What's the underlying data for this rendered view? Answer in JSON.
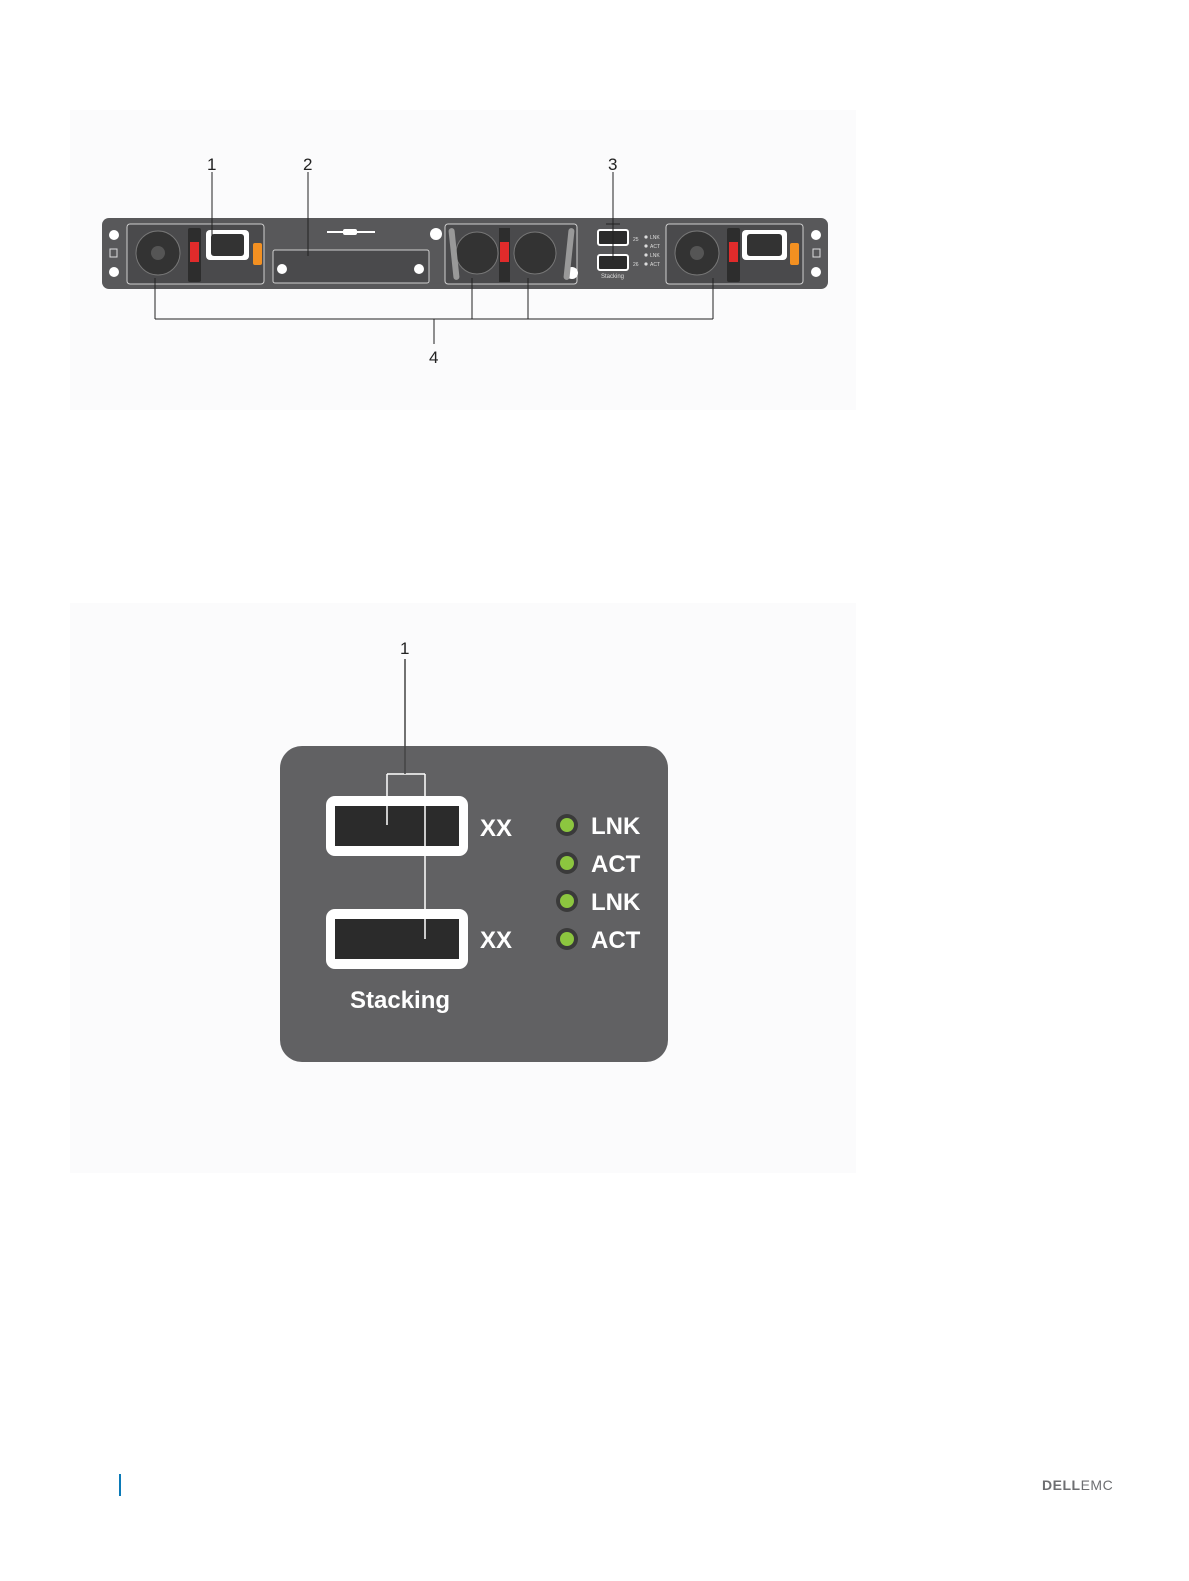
{
  "figure1": {
    "callouts": [
      "1",
      "2",
      "3",
      "4"
    ],
    "stack_label": "Stacking",
    "led_labels": [
      "LNK",
      "ACT",
      "LNK",
      "ACT"
    ],
    "port_numbers": [
      "25",
      "26"
    ]
  },
  "figure2": {
    "callout": "1",
    "port_labels": [
      "XX",
      "XX"
    ],
    "led_labels": [
      "LNK",
      "ACT",
      "LNK",
      "ACT"
    ],
    "stack_label": "Stacking",
    "colors": {
      "panel": "#616163",
      "led": "#8cc63f",
      "port": "#2b2b2b"
    }
  },
  "footer": {
    "brand_bold": "DELL",
    "brand_light": "EMC",
    "accent_color": "#0b7ab7"
  }
}
